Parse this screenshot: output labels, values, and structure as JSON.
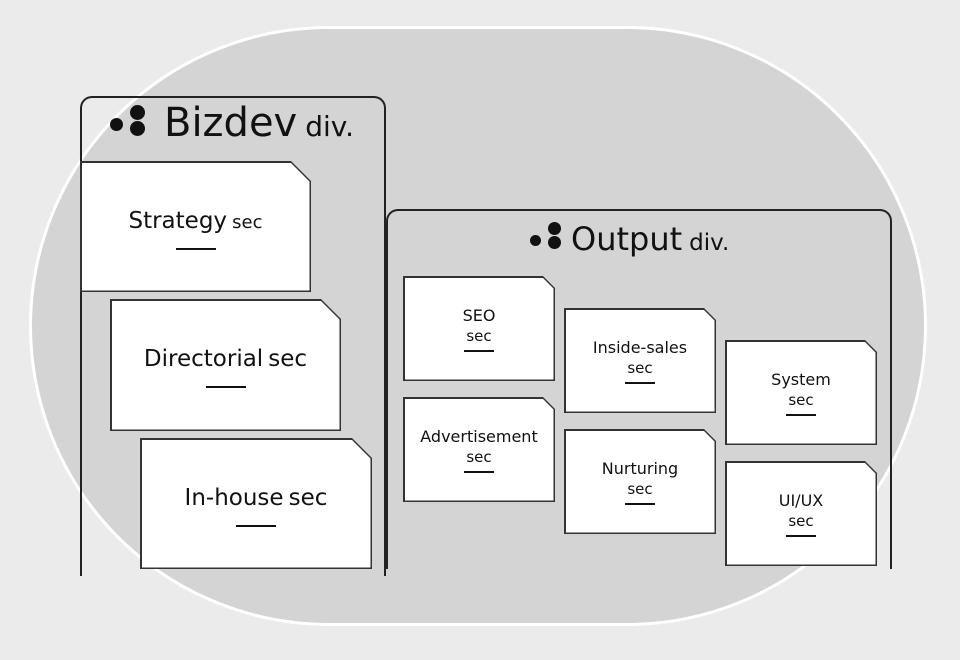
{
  "bizdev": {
    "name": "Bizdev",
    "suffix": "div.",
    "sections": [
      {
        "name": "Strategy",
        "suffix": "sec"
      },
      {
        "name": "Directorial",
        "suffix": "sec"
      },
      {
        "name": "In-house",
        "suffix": "sec"
      }
    ]
  },
  "output": {
    "name": "Output",
    "suffix": "div.",
    "sections": [
      {
        "name": "SEO",
        "suffix": "sec"
      },
      {
        "name": "Advertisement",
        "suffix": "sec"
      },
      {
        "name": "Inside-sales",
        "suffix": "sec"
      },
      {
        "name": "Nurturing",
        "suffix": "sec"
      },
      {
        "name": "System",
        "suffix": "sec"
      },
      {
        "name": "UI/UX",
        "suffix": "sec"
      }
    ]
  }
}
